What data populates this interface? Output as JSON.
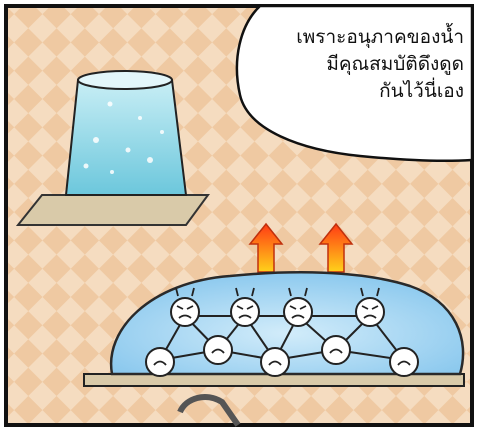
{
  "speech_bubble": {
    "lines": [
      "เพราะอนุภาคของน้ำ",
      "มีคุณสมบัติดึงดูด",
      "กันไว้นี่เอง"
    ]
  },
  "colors": {
    "background_checker_light": "#f5dcc0",
    "background_checker_dark": "#efc9a2",
    "water_blob": "#a9d8f2",
    "glass_water": "#8fd3e6",
    "shelf": "#d9caa9",
    "arrow_top": "#ff3b14",
    "arrow_bottom": "#ffd21a"
  },
  "icons": [
    "glass-of-water",
    "up-arrow",
    "water-particle-face"
  ]
}
